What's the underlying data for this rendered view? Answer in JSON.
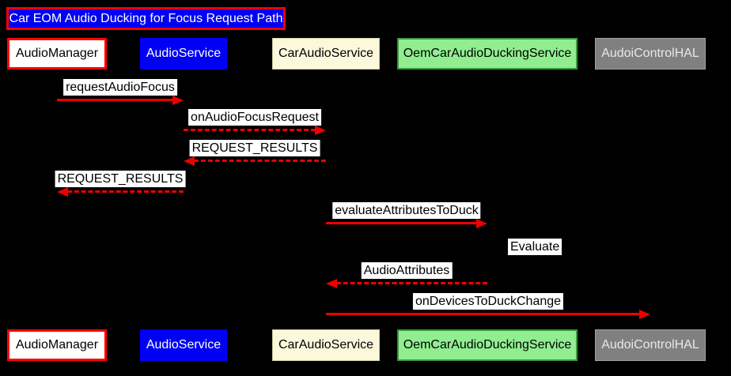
{
  "diagram": {
    "title": "Car EOM Audio Ducking for Focus Request Path",
    "colors": {
      "background": "#000000",
      "arrow": "#ee0000",
      "label_bg": "#ffffff",
      "label_text": "#000000",
      "title_bg": "#0000f5",
      "title_border": "#ff0000",
      "title_text": "#ffffff"
    },
    "participants": [
      {
        "id": "AudioManager",
        "label": "AudioManager",
        "fill": "#ffffff",
        "text_color": "#000000",
        "border_color": "#ff0000",
        "border_width": 3
      },
      {
        "id": "AudioService",
        "label": "AudioService",
        "fill": "#0000f5",
        "text_color": "#ffffff",
        "border_color": "#0000f5",
        "border_width": 1
      },
      {
        "id": "CarAudioService",
        "label": "CarAudioService",
        "fill": "#fbf8dc",
        "text_color": "#000000",
        "border_color": "#cfcc9a",
        "border_width": 1
      },
      {
        "id": "OemCarAudioDuckingService",
        "label": "OemCarAudioDuckingService",
        "fill": "#90ee90",
        "text_color": "#000000",
        "border_color": "#3a9a3a",
        "border_width": 2
      },
      {
        "id": "AudoiControlHAL",
        "label": "AudoiControlHAL",
        "fill": "#808080",
        "text_color": "#e8e8e8",
        "border_color": "#a0a0a0",
        "border_width": 1
      }
    ],
    "messages": [
      {
        "label": "requestAudioFocus",
        "from": "AudioManager",
        "to": "AudioService",
        "line": "solid"
      },
      {
        "label": "onAudioFocusRequest",
        "from": "AudioService",
        "to": "CarAudioService",
        "line": "dashed"
      },
      {
        "label": "REQUEST_RESULTS",
        "from": "CarAudioService",
        "to": "AudioService",
        "line": "dashed"
      },
      {
        "label": "REQUEST_RESULTS",
        "from": "AudioService",
        "to": "AudioManager",
        "line": "dashed"
      },
      {
        "label": "evaluateAttributesToDuck",
        "from": "CarAudioService",
        "to": "OemCarAudioDuckingService",
        "line": "solid"
      },
      {
        "label": "Evaluate",
        "from": "OemCarAudioDuckingService",
        "to": "OemCarAudioDuckingService",
        "line": "self"
      },
      {
        "label": "AudioAttributes",
        "from": "OemCarAudioDuckingService",
        "to": "CarAudioService",
        "line": "dashed"
      },
      {
        "label": "onDevicesToDuckChange",
        "from": "CarAudioService",
        "to": "AudoiControlHAL",
        "line": "solid"
      }
    ]
  }
}
